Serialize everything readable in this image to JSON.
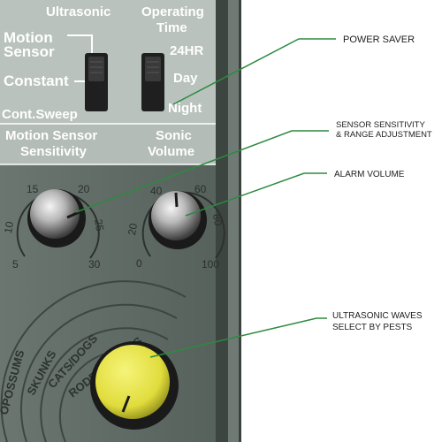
{
  "panel": {
    "ultrasonic_title": "Ultrasonic",
    "operating_title_1": "Operating",
    "operating_title_2": "Time",
    "motion_sensor_1": "Motion",
    "motion_sensor_2": "Sensor",
    "constant": "Constant",
    "cont_sweep": "Cont.Sweep",
    "op_24hr": "24HR",
    "op_day": "Day",
    "op_night": "Night",
    "sensitivity_title_1": "Motion Sensor",
    "sensitivity_title_2": "Sensitivity",
    "volume_title_1": "Sonic",
    "volume_title_2": "Volume"
  },
  "sensitivity_scale": [
    "5",
    "10",
    "15",
    "20",
    "25",
    "30"
  ],
  "volume_scale": [
    "0",
    "20",
    "40",
    "60",
    "80",
    "100"
  ],
  "pest_rings": [
    "RODENTS/BATS",
    "CATS/DOGS",
    "SKUNKS",
    "OPOSSUMS"
  ],
  "callouts": {
    "power_saver": "POWER SAVER",
    "sensor_1": "SENSOR SENSITIVITY",
    "sensor_2": "& RANGE ADJUSTMENT",
    "alarm_volume": "ALARM VOLUME",
    "waves_1": "ULTRASONIC WAVES",
    "waves_2": "SELECT BY PESTS"
  },
  "colors": {
    "panel": "#5f6b66",
    "leader_line": "#2d8a3f",
    "knob_yellow": "#e6e24a"
  }
}
